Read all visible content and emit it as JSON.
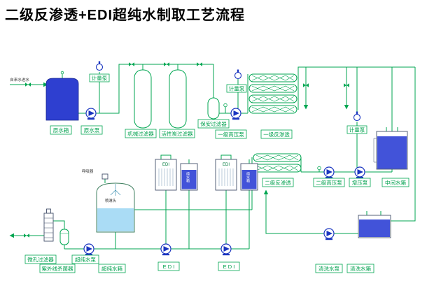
{
  "title": "二级反渗透+EDI超纯水制取工艺流程",
  "colors": {
    "pipe_green": "#00a651",
    "label_green": "#00a14e",
    "tank_blue": "#2e3fd0",
    "tank_blue_light": "#4253d9",
    "liquid_light_blue": "#aadcf5",
    "pump_blue": "#1a35c0"
  },
  "annotations": {
    "tap_water_inlet": "自来水进水",
    "breather": "呼吸器",
    "spray_head": "喷淋头",
    "edi_module_text": "EDI",
    "pure_water_tank_small": "纯水箱"
  },
  "labels": {
    "raw_water_tank": "原水箱",
    "raw_water_pump": "原水泵",
    "metering_pump_left": "计量泵",
    "mechanical_filter": "机械过滤器",
    "carbon_filter": "活性炭过滤器",
    "security_filter": "保安过滤器",
    "metering_pump_mid": "计量泵",
    "stage1_hp_pump": "一级高压泵",
    "stage1_ro": "一级反渗透",
    "metering_pump_right": "计量泵",
    "stage2_ro": "二级反渗透",
    "stage2_hp_pump": "二级高压泵",
    "booster_pump": "增压泵",
    "intermediate_tank": "中间水箱",
    "edi_1": "E D I",
    "edi_2": "E D I",
    "micro_filter": "微孔过滤器",
    "ultrapure_pump": "超纯水泵",
    "uv_sterilizer": "紫外线杀菌器",
    "ultrapure_tank": "超纯水箱",
    "cleaning_pump": "清洗水泵",
    "cleaning_tank": "清洗水箱"
  }
}
